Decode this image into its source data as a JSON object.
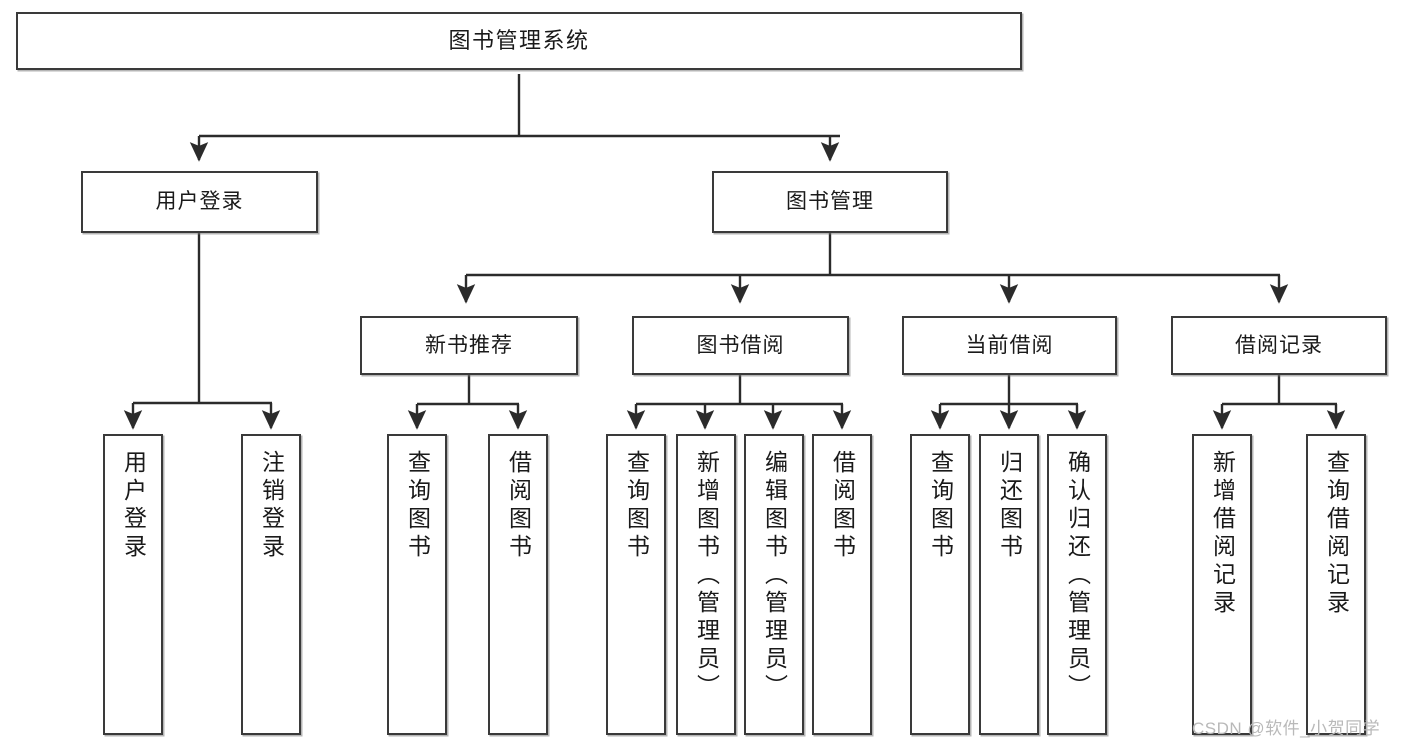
{
  "diagram": {
    "title": "图书管理系统",
    "type": "tree",
    "watermark": "CSDN @软件_小贺同学",
    "colors": {
      "box_border": "#3a3a3a",
      "box_fill": "#ffffff",
      "connector": "#2b2b2b",
      "watermark": "#b9b9b9",
      "background": "#ffffff"
    },
    "nodes": {
      "root": {
        "label": "图书管理系统"
      },
      "level1": [
        {
          "id": "user-login",
          "label": "用户登录"
        },
        {
          "id": "book-manage",
          "label": "图书管理"
        }
      ],
      "level2": [
        {
          "id": "new-book-recommend",
          "label": "新书推荐"
        },
        {
          "id": "book-borrow",
          "label": "图书借阅"
        },
        {
          "id": "current-borrow",
          "label": "当前借阅"
        },
        {
          "id": "borrow-record",
          "label": "借阅记录"
        }
      ],
      "leaves": [
        {
          "id": "leaf-user-login",
          "label": "用户登录",
          "parent": "user-login"
        },
        {
          "id": "leaf-logout-login",
          "label": "注销登录",
          "parent": "user-login"
        },
        {
          "id": "leaf-query-book-1",
          "label": "查询图书",
          "parent": "new-book-recommend"
        },
        {
          "id": "leaf-borrow-book-1",
          "label": "借阅图书",
          "parent": "new-book-recommend"
        },
        {
          "id": "leaf-query-book-2",
          "label": "查询图书",
          "parent": "book-borrow"
        },
        {
          "id": "leaf-add-book",
          "label": "新增图书（管理员）",
          "parent": "book-borrow"
        },
        {
          "id": "leaf-edit-book",
          "label": "编辑图书（管理员）",
          "parent": "book-borrow"
        },
        {
          "id": "leaf-borrow-book-2",
          "label": "借阅图书",
          "parent": "book-borrow"
        },
        {
          "id": "leaf-query-book-3",
          "label": "查询图书",
          "parent": "current-borrow"
        },
        {
          "id": "leaf-return-book",
          "label": "归还图书",
          "parent": "current-borrow"
        },
        {
          "id": "leaf-confirm-return",
          "label": "确认归还（管理员）",
          "parent": "current-borrow"
        },
        {
          "id": "leaf-add-record",
          "label": "新增借阅记录",
          "parent": "borrow-record"
        },
        {
          "id": "leaf-query-record",
          "label": "查询借阅记录",
          "parent": "borrow-record"
        }
      ]
    }
  }
}
